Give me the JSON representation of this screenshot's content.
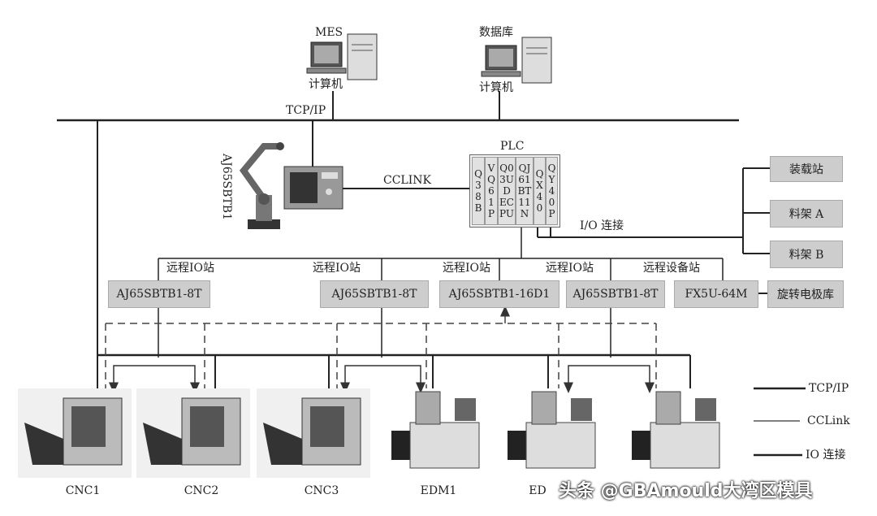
{
  "top": {
    "mes_label": "MES",
    "db_label": "数据库",
    "computer_label_1": "计算机",
    "computer_label_2": "计算机",
    "tcpip_label": "TCP/IP"
  },
  "robot_label": "AJ65SBTB1",
  "cclink_label": "CCLINK",
  "plc": {
    "title": "PLC",
    "slots": [
      "Q38B",
      "VQ61P",
      "Q03UDECPU",
      "QJ61BT11N",
      "QX40",
      "QY40P"
    ]
  },
  "io_label": "I/O 连接",
  "right_stations": [
    "装载站",
    "料架 A",
    "料架 B"
  ],
  "remote_labels": [
    "远程IO站",
    "远程IO站",
    "远程IO站",
    "远程IO站",
    "远程设备站"
  ],
  "remote_modules": [
    "AJ65SBTB1-8T",
    "AJ65SBTB1-8T",
    "AJ65SBTB1-16D1",
    "AJ65SBTB1-8T",
    "FX5U-64M"
  ],
  "rotary_label": "旋转电极库",
  "machines": [
    "CNC1",
    "CNC2",
    "CNC3",
    "EDM1",
    "ED"
  ],
  "legend": [
    "TCP/IP",
    "CCLink",
    "IO 连接"
  ],
  "watermark": "头条 @GBAmould大湾区模具"
}
